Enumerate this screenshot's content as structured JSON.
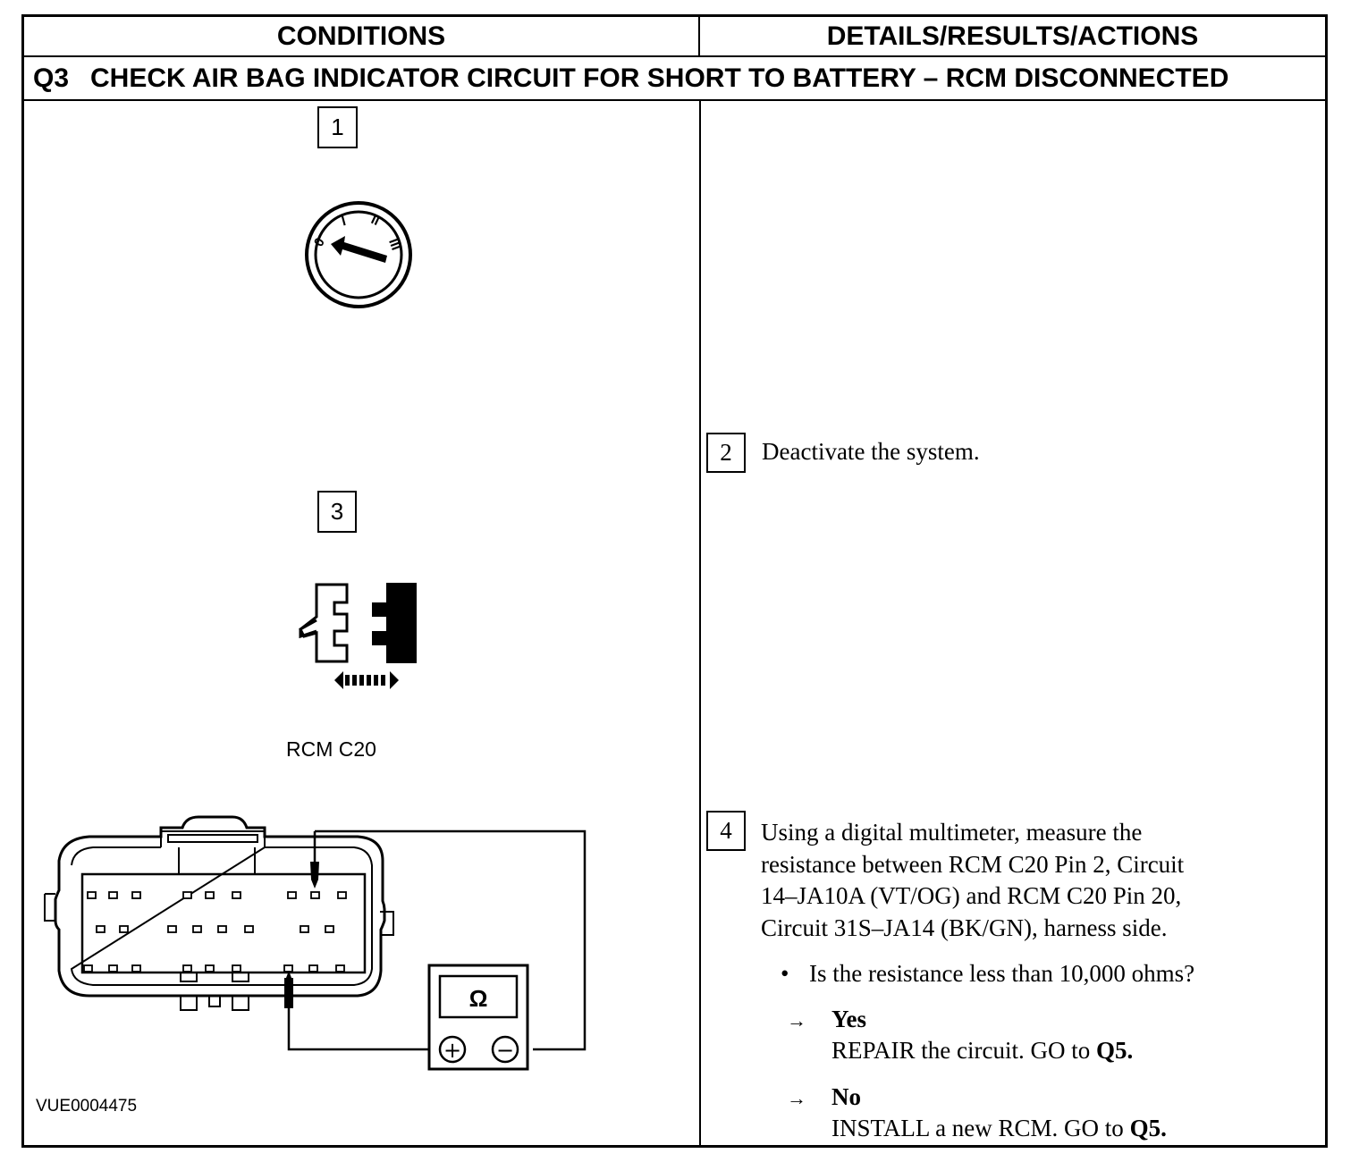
{
  "header": {
    "conditions_label": "CONDITIONS",
    "details_label": "DETAILS/RESULTS/ACTIONS"
  },
  "test": {
    "id": "Q3",
    "title": "CHECK AIR BAG INDICATOR CIRCUIT FOR SHORT TO BATTERY – RCM DISCONNECTED"
  },
  "steps": {
    "step1": {
      "number": "1",
      "icon": "ignition-switch-icon",
      "positions": [
        "0",
        "I",
        "II",
        "III"
      ]
    },
    "step2": {
      "number": "2",
      "text": "Deactivate the system."
    },
    "step3": {
      "number": "3",
      "icon": "connector-disconnect-icon"
    },
    "step4": {
      "number": "4",
      "lines": [
        "Using a digital multimeter, measure the",
        "resistance between RCM C20 Pin 2, Circuit",
        "14–JA10A (VT/OG) and RCM C20 Pin 20,",
        "Circuit 31S–JA14 (BK/GN), harness side."
      ],
      "question": "Is the resistance less than 10,000 ohms?",
      "yes_label": "Yes",
      "yes_action": "REPAIR the circuit. GO to",
      "yes_target": "Q5.",
      "no_label": "No",
      "no_action": "INSTALL a new RCM. GO to",
      "no_target": "Q5."
    }
  },
  "connector_label": "RCM C20",
  "meter_symbol": "Ω",
  "meter_plus": "+",
  "meter_minus": "−",
  "figure_id": "VUE0004475",
  "arrow_glyph": "→",
  "bullet_glyph": "•"
}
